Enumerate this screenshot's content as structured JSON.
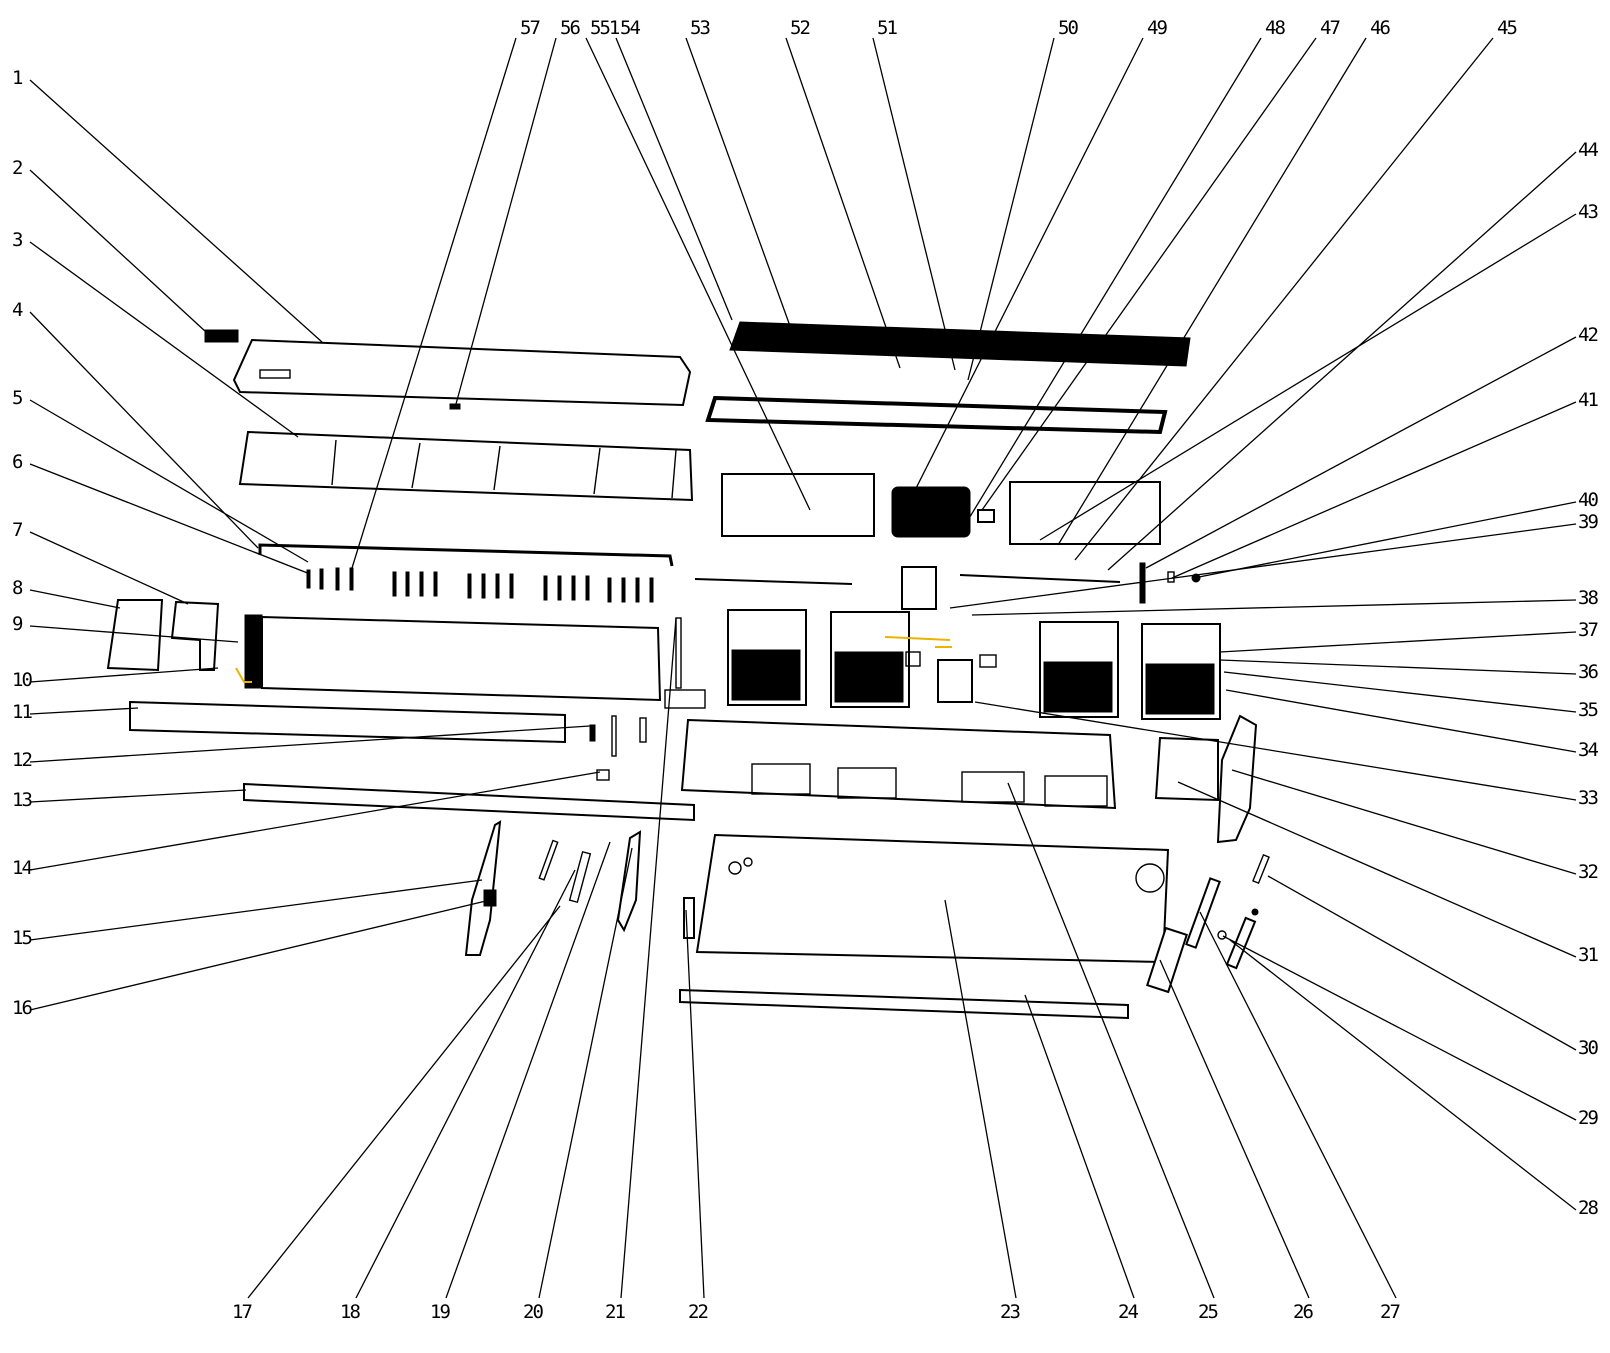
{
  "diagram": {
    "title": "Air conditioner indoor unit exploded parts view",
    "accent_color": "#e8b400",
    "line_color": "#000000",
    "background": "#ffffff",
    "callouts_left": [
      "1",
      "2",
      "3",
      "4",
      "5",
      "6",
      "7",
      "8",
      "9",
      "10",
      "11",
      "12",
      "13",
      "14",
      "15",
      "16"
    ],
    "callouts_bottom": [
      "17",
      "18",
      "19",
      "20",
      "21",
      "22",
      "23",
      "24",
      "25",
      "26",
      "27"
    ],
    "callouts_right": [
      "44",
      "43",
      "42",
      "41",
      "40",
      "39",
      "38",
      "37",
      "36",
      "35",
      "34",
      "33",
      "32",
      "31",
      "30",
      "29",
      "28"
    ],
    "callouts_top": [
      "57",
      "56",
      "551",
      "54",
      "53",
      "52",
      "51",
      "50",
      "49",
      "48",
      "47",
      "46",
      "45"
    ],
    "parts": [
      {
        "id": "front-panel",
        "callout": "1"
      },
      {
        "id": "display-window",
        "callout": "2"
      },
      {
        "id": "front-frame",
        "callout": "3"
      },
      {
        "id": "guide-louver-strip",
        "callout": "4"
      },
      {
        "id": "screw-set",
        "callout": "5"
      },
      {
        "id": "fixing-rail",
        "callout": "6"
      },
      {
        "id": "left-end-cap",
        "callout": "7"
      },
      {
        "id": "left-side-plate",
        "callout": "8"
      },
      {
        "id": "evaporator",
        "callout": "9"
      },
      {
        "id": "connecting-pipe",
        "callout": "10"
      },
      {
        "id": "water-tray",
        "callout": "11"
      },
      {
        "id": "bracket",
        "callout": "12"
      },
      {
        "id": "drain-rail",
        "callout": "13"
      },
      {
        "id": "clip",
        "callout": "14"
      },
      {
        "id": "left-cover",
        "callout": "15"
      },
      {
        "id": "step-motor",
        "callout": "16"
      }
    ]
  }
}
